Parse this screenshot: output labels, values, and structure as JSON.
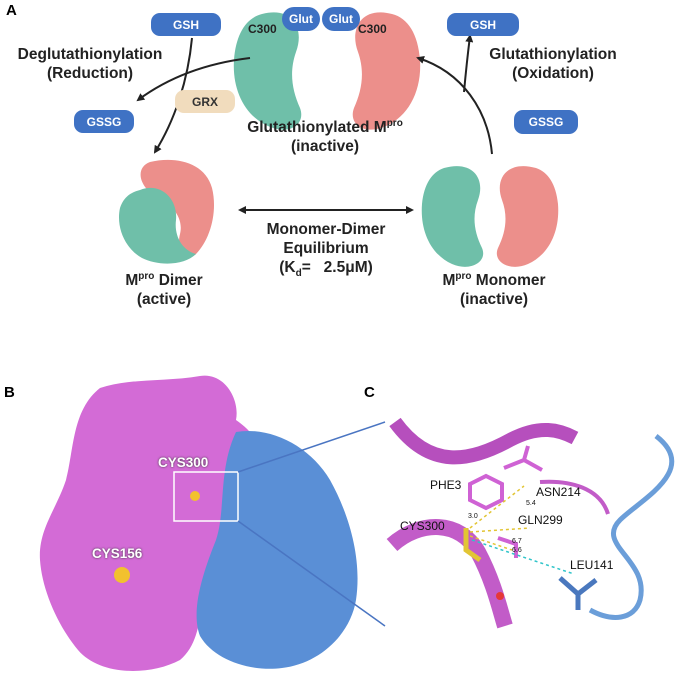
{
  "panels": {
    "a": "A",
    "b": "B",
    "c": "C"
  },
  "panel_a": {
    "glut_left": "Glut",
    "glut_right": "Glut",
    "c300_left": "C300",
    "c300_right": "C300",
    "gsh_left": "GSH",
    "gssg_left": "GSSG",
    "grx": "GRX",
    "gsh_right": "GSH",
    "gssg_right": "GSSG",
    "degluta_line1": "Deglutathionylation",
    "degluta_line2": "(Reduction)",
    "gluta_line1": "Glutathionylation",
    "gluta_line2": "(Oxidation)",
    "glutathionylated_main": "Glutathionylated M",
    "glutathionylated_sup": "pro",
    "glutathionylated_state": "(inactive)",
    "dimer_main": "M",
    "dimer_sup": "pro",
    "dimer_rest": " Dimer",
    "dimer_state": "(active)",
    "monomer_main": "M",
    "monomer_sup": "pro",
    "monomer_rest": " Monomer",
    "monomer_state": "(inactive)",
    "equil_line1": "Monomer-Dimer",
    "equil_line2": "Equilibrium",
    "kd_open": "(K",
    "kd_sub": "d",
    "kd_rest": "=   2.5μM)"
  },
  "panel_b": {
    "cys300": "CYS300",
    "cys156": "CYS156"
  },
  "panel_c": {
    "phe3": "PHE3",
    "asn214": "ASN214",
    "cys300": "CYS300",
    "gln299": "GLN299",
    "leu141": "LEU141",
    "d1": "3.0",
    "d2": "5.4",
    "d3": "6.7",
    "d4": "6.6"
  },
  "colors": {
    "teal": "#6fbfa9",
    "salmon": "#ec8f8b",
    "blue_pill": "#3f72c4",
    "magenta": "#d36bd6",
    "protein_blue": "#5a8fd6"
  }
}
